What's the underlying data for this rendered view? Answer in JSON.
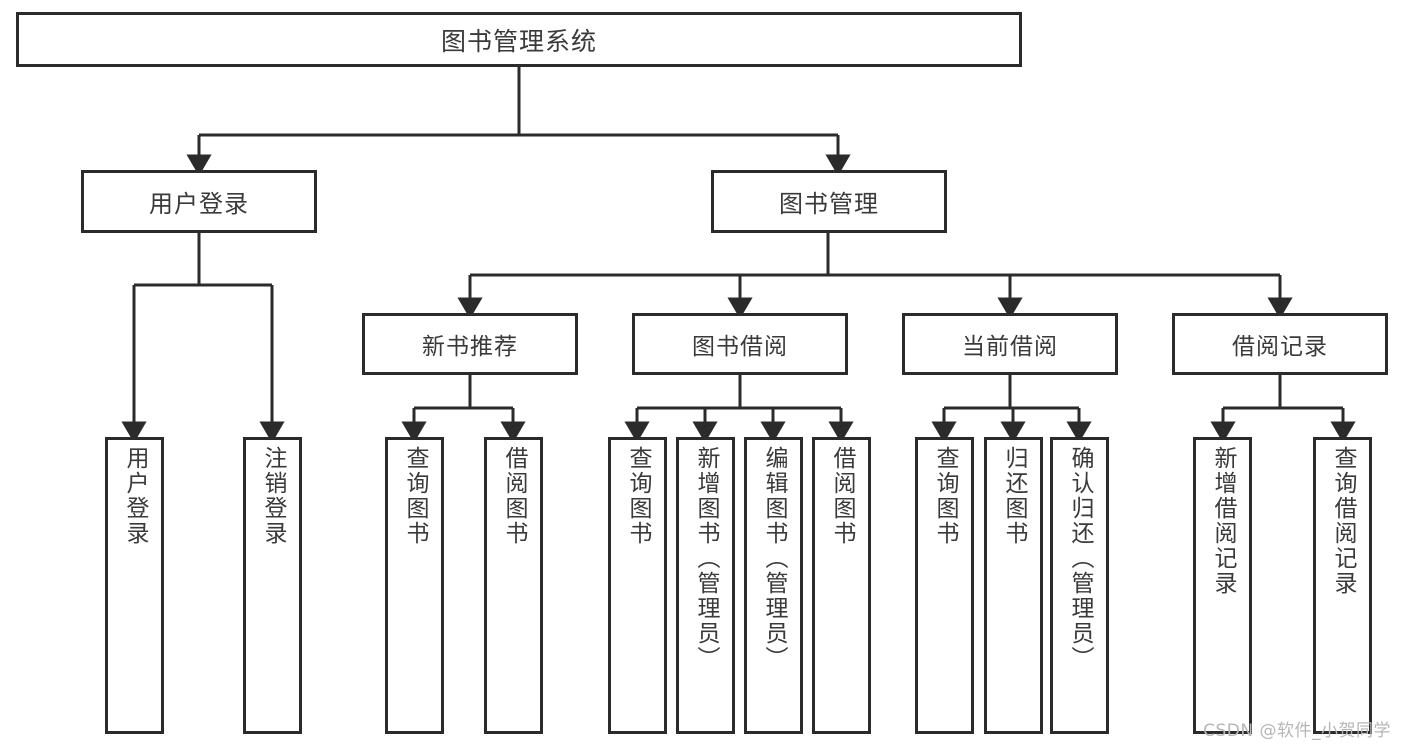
{
  "diagram": {
    "title": "图书管理系统",
    "type": "tree",
    "root": {
      "label": "图书管理系统"
    },
    "level1": [
      {
        "label": "用户登录"
      },
      {
        "label": "图书管理"
      }
    ],
    "level2": [
      {
        "label": "新书推荐"
      },
      {
        "label": "图书借阅"
      },
      {
        "label": "当前借阅"
      },
      {
        "label": "借阅记录"
      }
    ],
    "leaves": {
      "user_login": [
        {
          "label": "用户登录"
        },
        {
          "label": "注销登录"
        }
      ],
      "new_book_recommend": [
        {
          "label": "查询图书"
        },
        {
          "label": "借阅图书"
        }
      ],
      "book_borrow": [
        {
          "label": "查询图书"
        },
        {
          "label": "新增图书（管理员）"
        },
        {
          "label": "编辑图书（管理员）"
        },
        {
          "label": "借阅图书"
        }
      ],
      "current_borrow": [
        {
          "label": "查询图书"
        },
        {
          "label": "归还图书"
        },
        {
          "label": "确认归还（管理员）"
        }
      ],
      "borrow_record": [
        {
          "label": "新增借阅记录"
        },
        {
          "label": "查询借阅记录"
        }
      ]
    }
  },
  "watermark": {
    "text": "CSDN @软件_小贺同学"
  },
  "colors": {
    "stroke": "#2b2b2b",
    "text": "#3a3a3a",
    "background": "#ffffff",
    "watermark": "#b6b6b6"
  }
}
